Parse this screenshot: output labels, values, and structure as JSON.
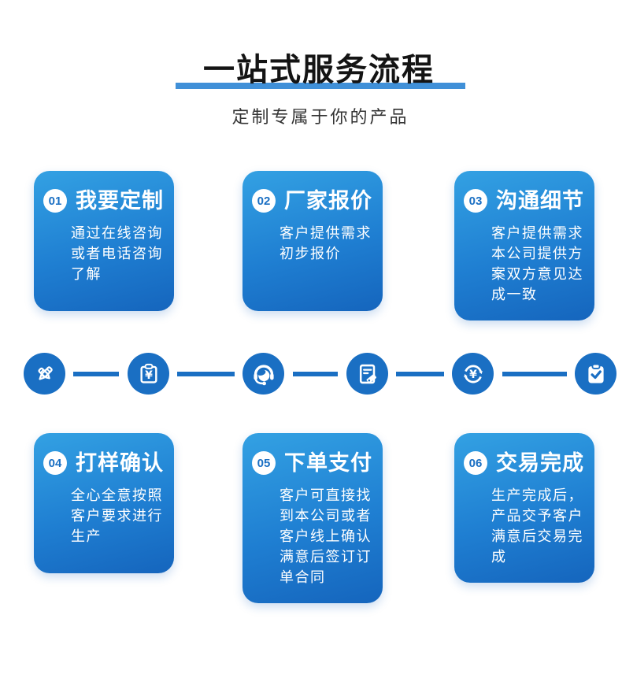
{
  "header": {
    "title": "一站式服务流程",
    "subtitle": "定制专属于你的产品"
  },
  "steps": [
    {
      "num": "01",
      "title": "我要定制",
      "desc": "通过在线咨询或者电话咨询了解"
    },
    {
      "num": "02",
      "title": "厂家报价",
      "desc": "客户提供需求初步报价"
    },
    {
      "num": "03",
      "title": "沟通细节",
      "desc": "客户提供需求本公司提供方案双方意见达成一致"
    },
    {
      "num": "04",
      "title": "打样确认",
      "desc": "全心全意按照客户要求进行生产"
    },
    {
      "num": "05",
      "title": "下单支付",
      "desc": "客户可直接找到本公司或者客户线上确认满意后签订订单合同"
    },
    {
      "num": "06",
      "title": "交易完成",
      "desc": "生产完成后，产品交予客户满意后交易完成"
    }
  ],
  "flow_icons": [
    "design-pens-icon",
    "quote-clipboard-yuan-icon",
    "customer-service-headset-icon",
    "contract-document-tag-icon",
    "currency-exchange-icon",
    "order-complete-clipboard-icon"
  ],
  "colors": {
    "card_gradient_top": "#33a1e3",
    "card_gradient_bottom": "#1565bd",
    "icon_blue": "#1a6fc3",
    "title_bar_blue": "#4090d8",
    "title_text": "#141414",
    "subtitle_text": "#333333",
    "badge_number": "#1a6fc3"
  },
  "currency_glyph": "¥"
}
